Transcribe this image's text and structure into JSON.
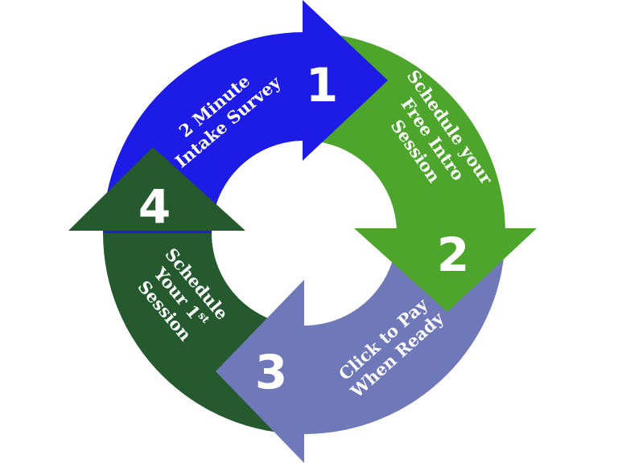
{
  "colors": {
    "step1": "#1c1ce6",
    "step2": "#4ea52c",
    "step3": "#6f79b9",
    "step4": "#255a2e"
  },
  "steps": [
    {
      "number": "1",
      "lines": [
        "2 Minute",
        "Intake Survey"
      ]
    },
    {
      "number": "2",
      "lines": [
        "Schedule your",
        "Free Intro",
        "Session"
      ]
    },
    {
      "number": "3",
      "lines": [
        "Click to Pay",
        "When Ready"
      ]
    },
    {
      "number": "4",
      "lines": [
        "Schedule",
        "Your 1",
        "Session"
      ],
      "superscript": "st"
    }
  ]
}
